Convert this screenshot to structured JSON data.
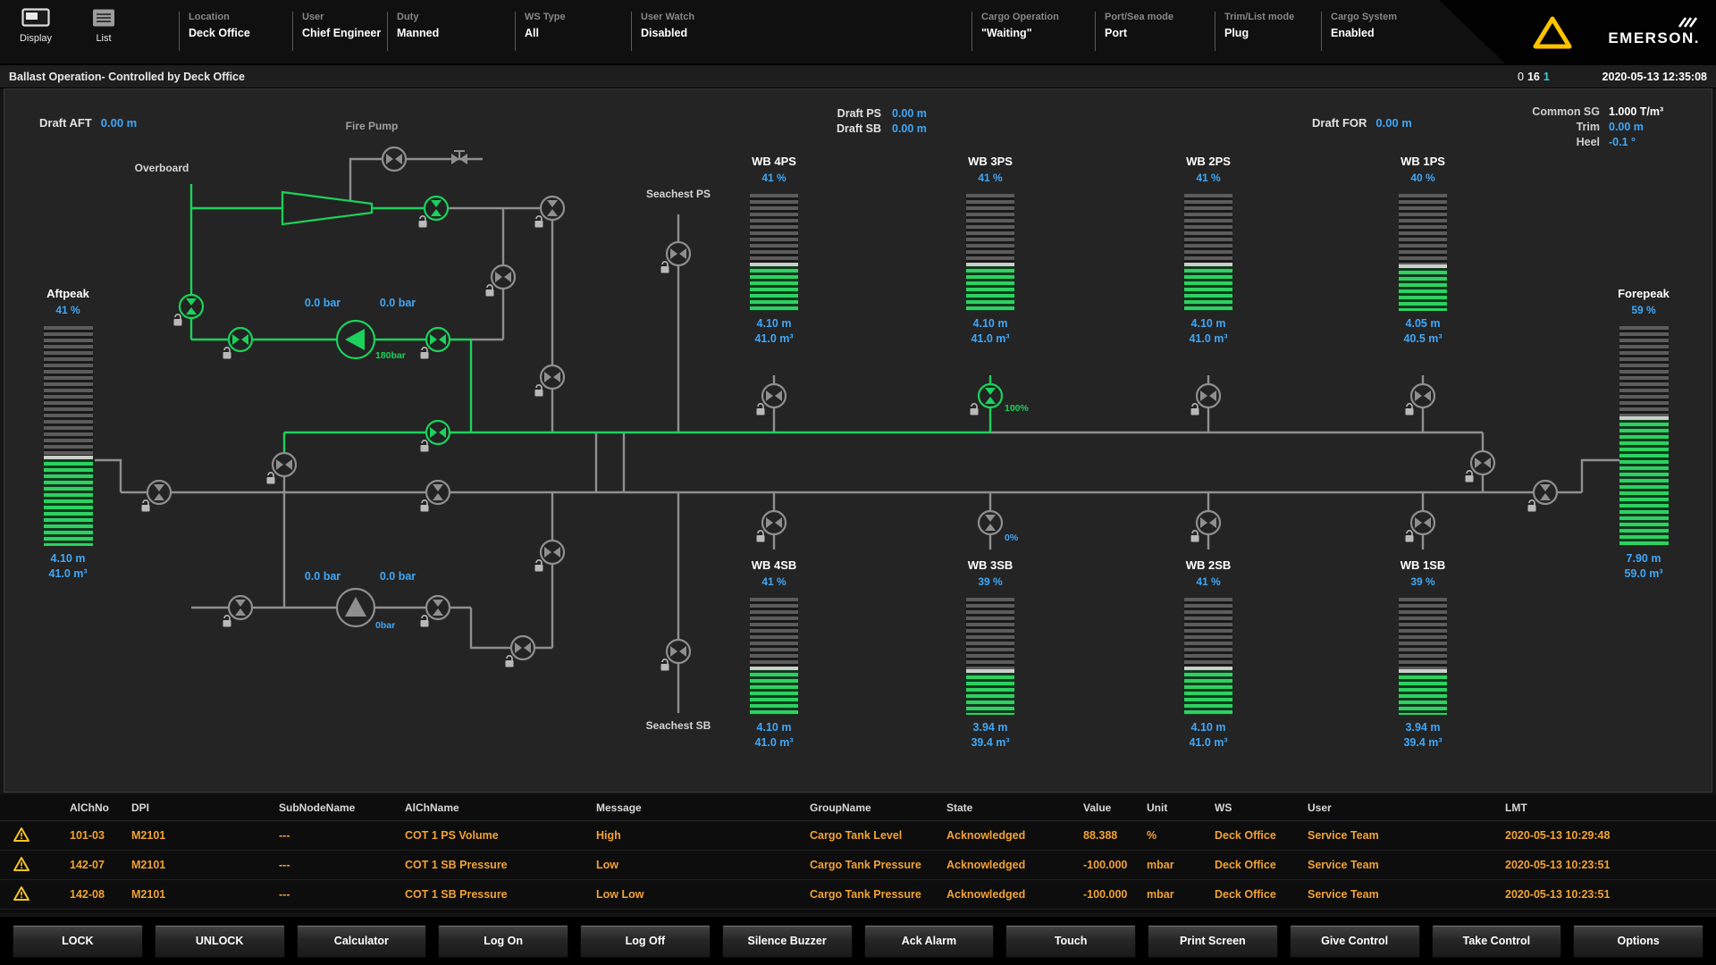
{
  "header": {
    "display_label": "Display",
    "list_label": "List",
    "fields": [
      {
        "label": "Location",
        "value": "Deck Office"
      },
      {
        "label": "User",
        "value": "Chief Engineer"
      },
      {
        "label": "Duty",
        "value": "Manned"
      },
      {
        "label": "WS Type",
        "value": "All"
      },
      {
        "label": "User Watch",
        "value": "Disabled"
      },
      {
        "label": "Cargo Operation",
        "value": "\"Waiting\""
      },
      {
        "label": "Port/Sea mode",
        "value": "Port"
      },
      {
        "label": "Trim/List mode",
        "value": "Plug"
      },
      {
        "label": "Cargo System",
        "value": "Enabled"
      }
    ],
    "brand": "EMERSON."
  },
  "titlebar": {
    "title": "Ballast Operation- Controlled by Deck Office",
    "count_a": "0",
    "count_b": "16",
    "count_c": "1",
    "datetime": "2020-05-13 12:35:08"
  },
  "mimic": {
    "labels": {
      "fire_pump": "Fire Pump",
      "overboard": "Overboard",
      "seachest_ps": "Seachest PS",
      "seachest_sb": "Seachest SB"
    },
    "drafts": {
      "aft_label": "Draft AFT",
      "aft": "0.00 m",
      "ps_label": "Draft PS",
      "ps": "0.00 m",
      "sb_label": "Draft SB",
      "sb": "0.00 m",
      "for_label": "Draft FOR",
      "for": "0.00 m"
    },
    "summary": {
      "sg_label": "Common SG",
      "sg": "1.000 T/m³",
      "trim_label": "Trim",
      "trim": "0.00 m",
      "heel_label": "Heel",
      "heel": "-0.1 °"
    },
    "pressures": {
      "ballast_ps1": "0.0 bar",
      "ballast_ps2": "0.0 bar",
      "ballast_discharge": "180bar",
      "stripping_ps1": "0.0 bar",
      "stripping_ps2": "0.0 bar",
      "stripping_discharge": "0bar",
      "wb3ps_valve": "100%",
      "wb3sb_valve": "0%"
    }
  },
  "tanks": {
    "aftpeak": {
      "name": "Aftpeak",
      "percent": 41,
      "percent_label": "41 %",
      "level": "4.10 m",
      "volume": "41.0 m³"
    },
    "forepeak": {
      "name": "Forepeak",
      "percent": 59,
      "percent_label": "59 %",
      "level": "7.90 m",
      "volume": "59.0 m³"
    },
    "wb4ps": {
      "name": "WB 4PS",
      "percent": 41,
      "percent_label": "41 %",
      "level": "4.10 m",
      "volume": "41.0 m³"
    },
    "wb3ps": {
      "name": "WB 3PS",
      "percent": 41,
      "percent_label": "41 %",
      "level": "4.10 m",
      "volume": "41.0 m³"
    },
    "wb2ps": {
      "name": "WB 2PS",
      "percent": 41,
      "percent_label": "41 %",
      "level": "4.10 m",
      "volume": "41.0 m³"
    },
    "wb1ps": {
      "name": "WB 1PS",
      "percent": 40,
      "percent_label": "40 %",
      "level": "4.05 m",
      "volume": "40.5 m³"
    },
    "wb4sb": {
      "name": "WB 4SB",
      "percent": 41,
      "percent_label": "41 %",
      "level": "4.10 m",
      "volume": "41.0 m³"
    },
    "wb3sb": {
      "name": "WB 3SB",
      "percent": 39,
      "percent_label": "39 %",
      "level": "3.94 m",
      "volume": "39.4 m³"
    },
    "wb2sb": {
      "name": "WB 2SB",
      "percent": 41,
      "percent_label": "41 %",
      "level": "4.10 m",
      "volume": "41.0 m³"
    },
    "wb1sb": {
      "name": "WB 1SB",
      "percent": 39,
      "percent_label": "39 %",
      "level": "3.94 m",
      "volume": "39.4 m³"
    }
  },
  "alarm_table": {
    "columns": [
      "AlChNo",
      "DPI",
      "SubNodeName",
      "AlChName",
      "Message",
      "GroupName",
      "State",
      "Value",
      "Unit",
      "WS",
      "User",
      "LMT"
    ],
    "rows": [
      {
        "cells": [
          "101-03",
          "M2101",
          "---",
          "COT 1 PS Volume",
          "High",
          "Cargo Tank Level",
          "Acknowledged",
          "88.388",
          "%",
          "Deck Office",
          "Service Team",
          "2020-05-13 10:29:48"
        ]
      },
      {
        "cells": [
          "142-07",
          "M2101",
          "---",
          "COT 1 SB Pressure",
          "Low",
          "Cargo Tank Pressure",
          "Acknowledged",
          "-100.000",
          "mbar",
          "Deck Office",
          "Service Team",
          "2020-05-13 10:23:51"
        ]
      },
      {
        "cells": [
          "142-08",
          "M2101",
          "---",
          "COT 1 SB Pressure",
          "Low Low",
          "Cargo Tank Pressure",
          "Acknowledged",
          "-100.000",
          "mbar",
          "Deck Office",
          "Service Team",
          "2020-05-13 10:23:51"
        ]
      }
    ]
  },
  "toolbar": {
    "buttons": [
      "LOCK",
      "UNLOCK",
      "Calculator",
      "Log On",
      "Log Off",
      "Silence Buzzer",
      "Ack Alarm",
      "Touch",
      "Print Screen",
      "Give Control",
      "Take Control",
      "Options"
    ]
  }
}
